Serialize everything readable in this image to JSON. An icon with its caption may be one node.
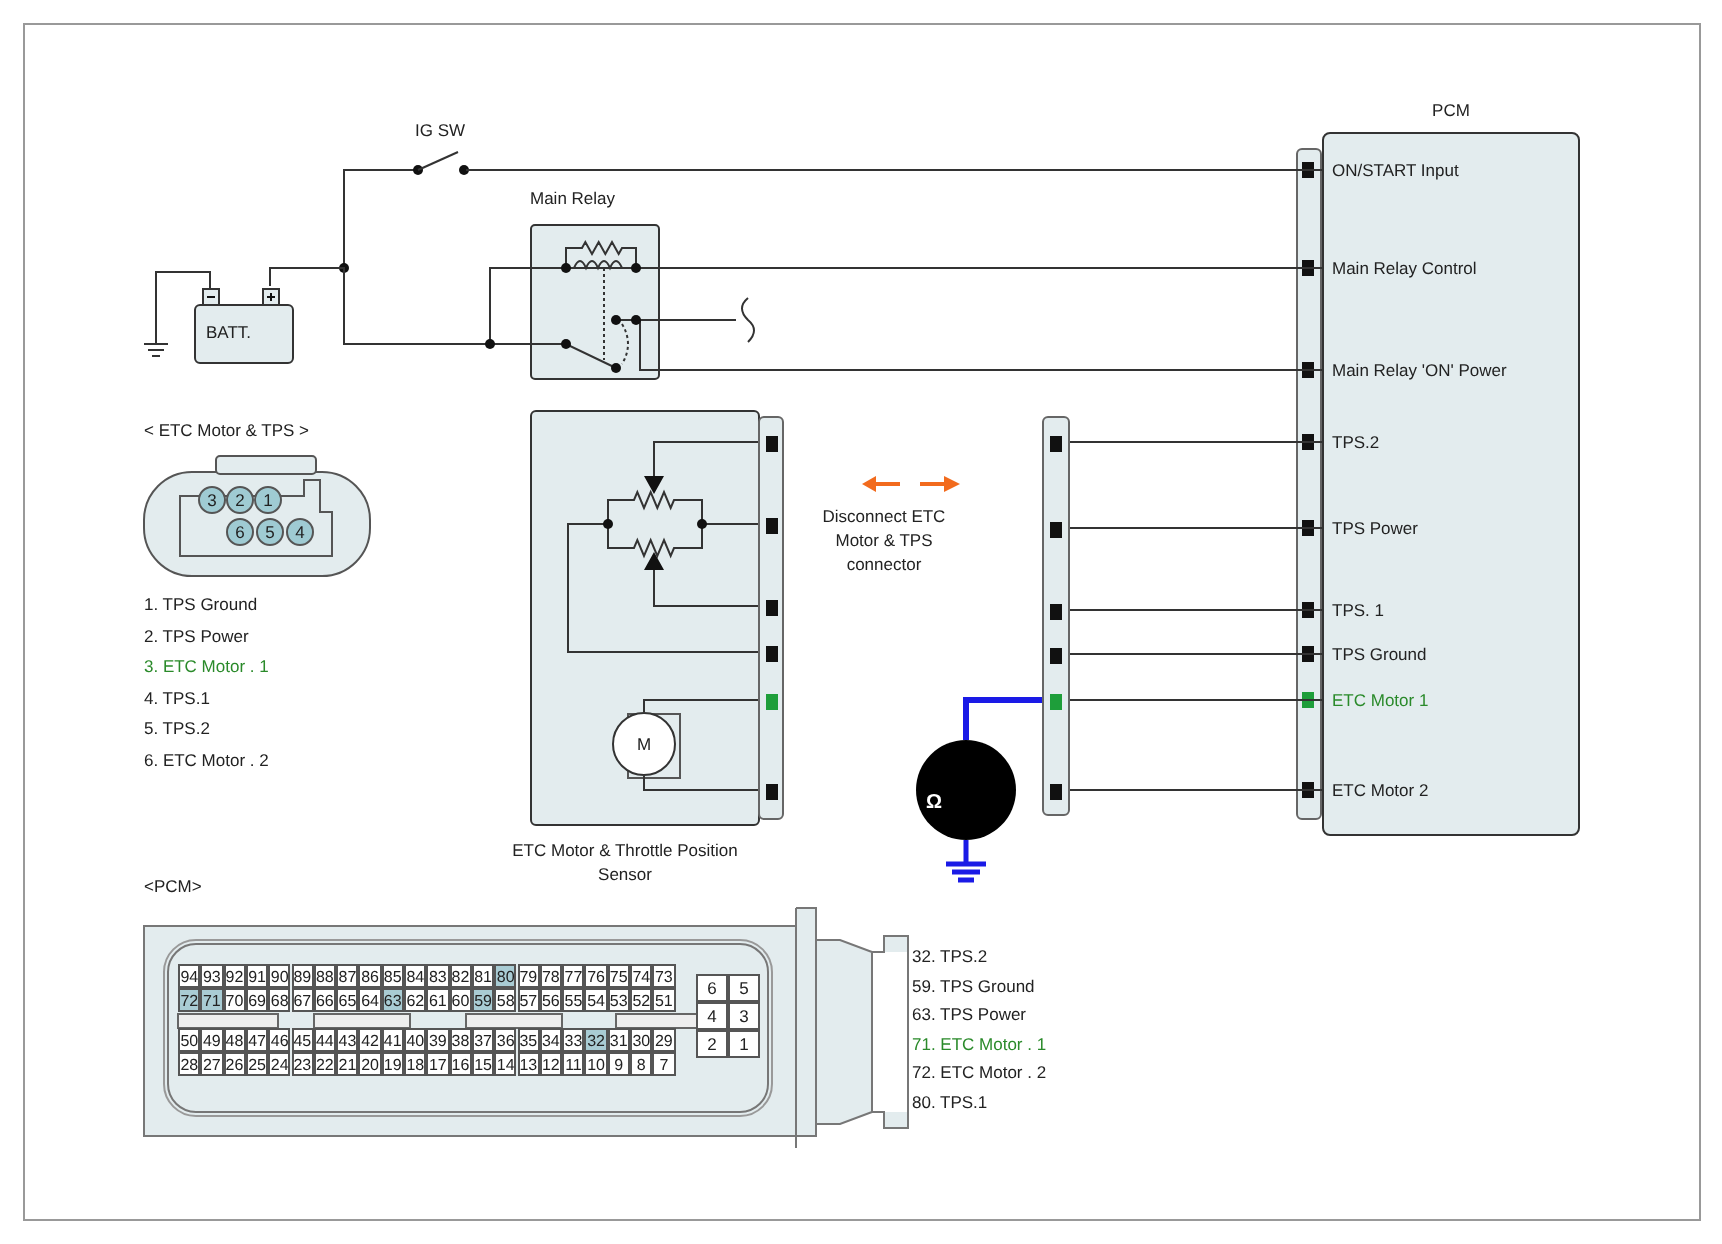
{
  "diagram": {
    "nodes": [
      {
        "text": [
          "IG SW"
        ]
      },
      {
        "text": [
          "Main Relay"
        ]
      },
      {
        "text": [
          "BATT."
        ]
      },
      {
        "text": [
          "PCM"
        ]
      },
      {
        "text": [
          "ON/START Input"
        ],
        "in": 3
      },
      {
        "text": [
          "Main Relay Control"
        ],
        "in": 3
      },
      {
        "text": [
          "Main Relay 'ON' Power"
        ],
        "in": 3
      },
      {
        "text": [
          "TPS.2"
        ],
        "in": 3
      },
      {
        "text": [
          "TPS Power"
        ],
        "in": 3
      },
      {
        "text": [
          "TPS. 1"
        ],
        "in": 3
      },
      {
        "text": [
          "TPS Ground"
        ],
        "in": 3
      },
      {
        "text": [
          "ETC Motor 1"
        ],
        "in": 3
      },
      {
        "text": [
          "ETC Motor 2"
        ],
        "in": 3
      },
      {
        "text": [
          "ETC Motor & Throttle Position Sensor"
        ]
      },
      {
        "text": [
          "M"
        ],
        "in": 13
      },
      {
        "text": [],
        "shape": "bar"
      },
      {
        "text": [],
        "shape": "bar"
      },
      {
        "text": [
          "Ω"
        ]
      }
    ],
    "edges": [
      {
        "from": 2,
        "to": 0,
        "arrow": "none"
      },
      {
        "from": 0,
        "to": 4,
        "arrow": "none"
      },
      {
        "from": 2,
        "to": 1,
        "arrow": "none"
      },
      {
        "from": 1,
        "to": 5,
        "arrow": "none"
      },
      {
        "from": 1,
        "to": 6,
        "arrow": "none"
      },
      {
        "from": 1,
        "to": null,
        "arrow": "none"
      },
      {
        "from": 16,
        "to": 7,
        "arrow": "none"
      },
      {
        "from": 16,
        "to": 8,
        "arrow": "none"
      },
      {
        "from": 16,
        "to": 9,
        "arrow": "none"
      },
      {
        "from": 16,
        "to": 10,
        "arrow": "none"
      },
      {
        "from": 16,
        "to": 11,
        "arrow": "none"
      },
      {
        "from": 16,
        "to": 12,
        "arrow": "none"
      },
      {
        "from": 17,
        "to": 16,
        "arrow": "none",
        "style": "thick",
        "color": "#1a1ae6"
      },
      {
        "from": 14,
        "to": 15,
        "arrow": "none"
      },
      {
        "from": 14,
        "to": 15,
        "arrow": "none"
      }
    ],
    "labels": [
      "< ETC Motor & TPS >",
      "3",
      "2",
      "1",
      "6",
      "5",
      "4",
      "1. TPS Ground",
      "2. TPS Power",
      "3. ETC Motor . 1",
      "4. TPS.1",
      "5. TPS.2",
      "6. ETC Motor . 2",
      "Disconnect ETC Motor & TPS connector",
      "<PCM>",
      "94",
      "93",
      "92",
      "91",
      "90",
      "89",
      "88",
      "87",
      "86",
      "85",
      "84",
      "83",
      "82",
      "81",
      "80",
      "79",
      "78",
      "77",
      "76",
      "75",
      "74",
      "73",
      "72",
      "71",
      "70",
      "69",
      "68",
      "67",
      "66",
      "65",
      "64",
      "63",
      "62",
      "61",
      "60",
      "59",
      "58",
      "57",
      "56",
      "55",
      "54",
      "53",
      "52",
      "51",
      "50",
      "49",
      "48",
      "47",
      "46",
      "45",
      "44",
      "43",
      "42",
      "41",
      "40",
      "39",
      "38",
      "37",
      "36",
      "35",
      "34",
      "33",
      "32",
      "31",
      "30",
      "29",
      "28",
      "27",
      "26",
      "25",
      "24",
      "23",
      "22",
      "21",
      "20",
      "19",
      "18",
      "17",
      "16",
      "15",
      "14",
      "13",
      "12",
      "11",
      "10",
      "9",
      "8",
      "7",
      "6",
      "5",
      "4",
      "3",
      "2",
      "1",
      "32. TPS.2",
      "59. TPS Ground",
      "63. TPS Power",
      "71. ETC Motor . 1",
      "72. ETC Motor . 2",
      "80. TPS.1"
    ]
  }
}
